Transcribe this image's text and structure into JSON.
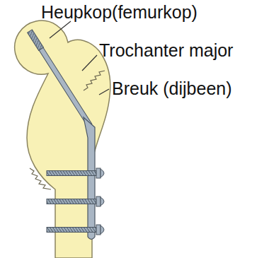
{
  "diagram": {
    "labels": [
      "Heupkop(femurkop)",
      "Trochanter major",
      "Breuk (dijbeen)"
    ]
  }
}
